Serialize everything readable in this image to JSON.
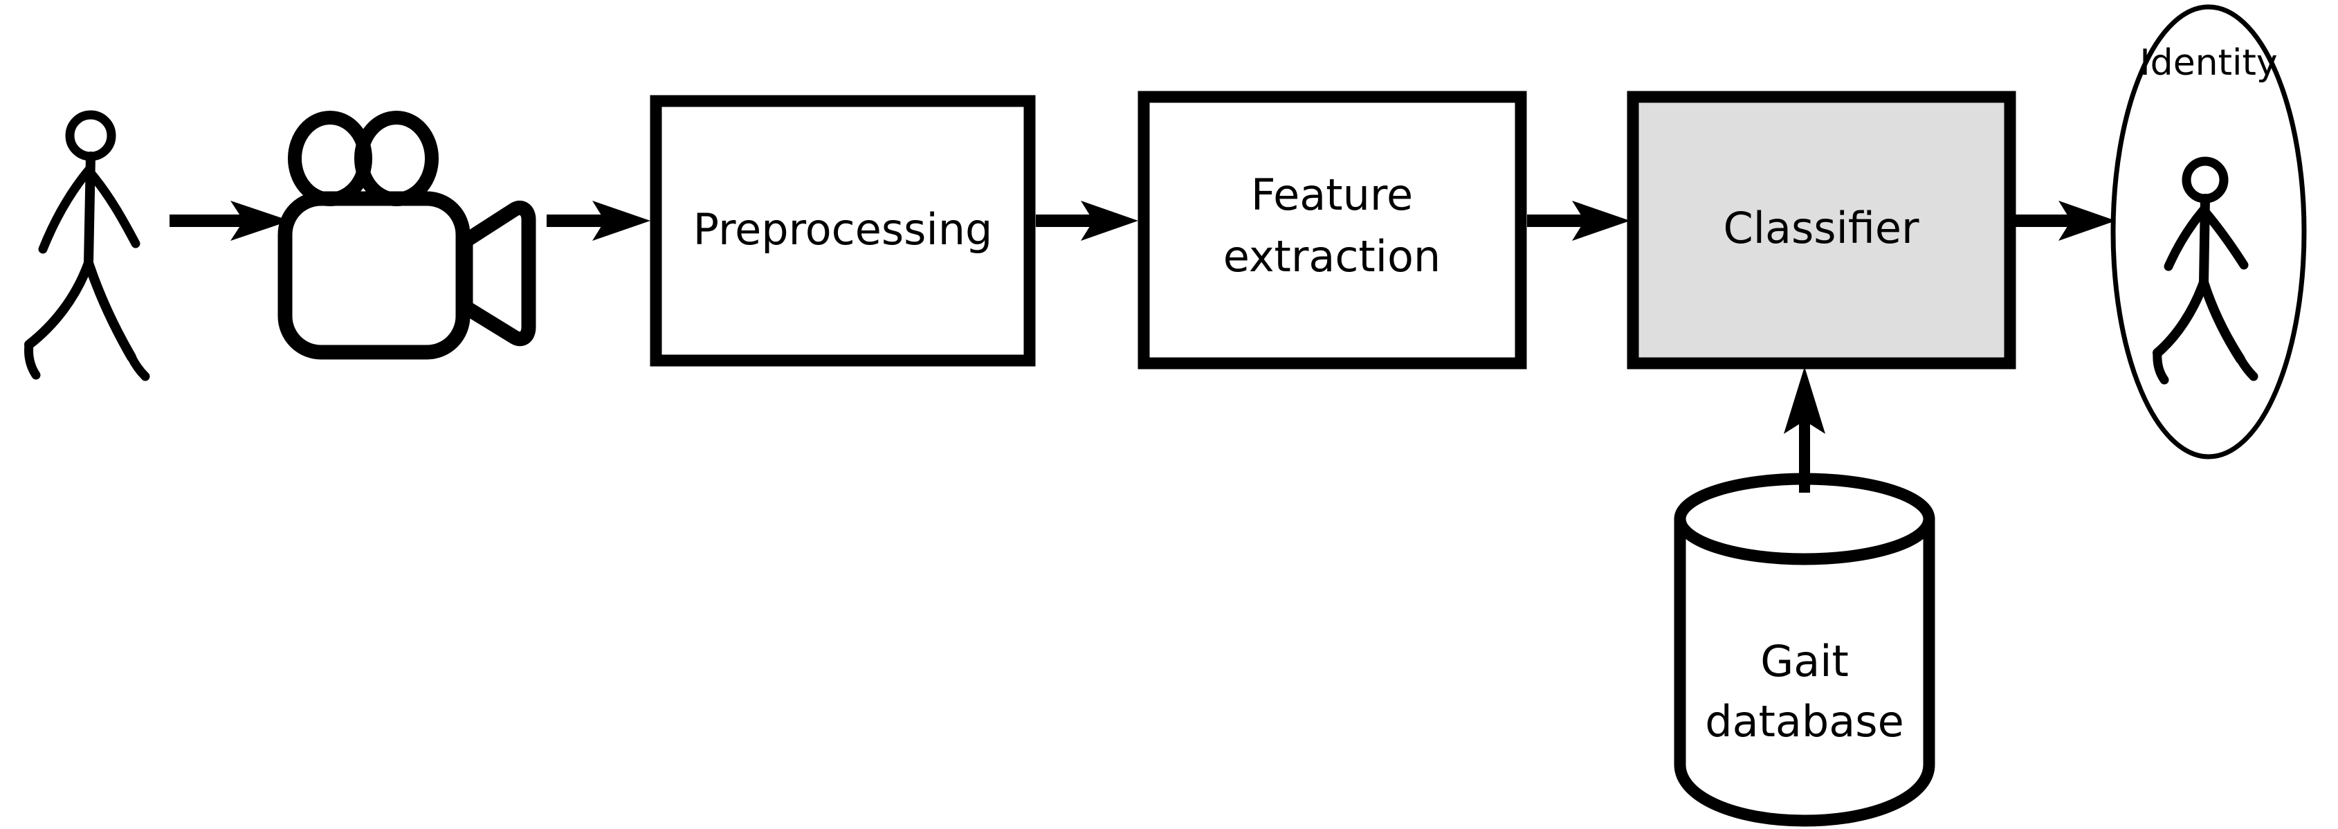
{
  "diagram": {
    "title": "Gait recognition pipeline",
    "background_color": "#ffffff",
    "stroke_color": "#000000",
    "classifier_fill_color": "#dedede",
    "box_fill_color": "#ffffff",
    "nodes": [
      {
        "id": "subject",
        "type": "stick-figure-walking",
        "label": ""
      },
      {
        "id": "camera",
        "type": "video-camera-icon",
        "label": ""
      },
      {
        "id": "preprocessing",
        "type": "process-box",
        "label": "Preprocessing"
      },
      {
        "id": "feature-extraction",
        "type": "process-box",
        "label_line1": "Feature",
        "label_line2": "extraction"
      },
      {
        "id": "classifier",
        "type": "process-box-shaded",
        "label": "Classifier"
      },
      {
        "id": "identity",
        "type": "ellipse",
        "label": "Identity"
      },
      {
        "id": "gait-database",
        "type": "cylinder",
        "label_line1": "Gait",
        "label_line2": "database"
      }
    ],
    "edges": [
      {
        "from": "subject",
        "to": "camera",
        "direction": "right"
      },
      {
        "from": "camera",
        "to": "preprocessing",
        "direction": "right"
      },
      {
        "from": "preprocessing",
        "to": "feature-extraction",
        "direction": "right"
      },
      {
        "from": "feature-extraction",
        "to": "classifier",
        "direction": "right"
      },
      {
        "from": "classifier",
        "to": "identity",
        "direction": "right"
      },
      {
        "from": "gait-database",
        "to": "classifier",
        "direction": "up"
      }
    ]
  },
  "labels": {
    "preprocessing": "Preprocessing",
    "feature_line1": "Feature",
    "feature_line2": "extraction",
    "classifier": "Classifier",
    "identity": "Identity",
    "database_line1": "Gait",
    "database_line2": "database"
  }
}
